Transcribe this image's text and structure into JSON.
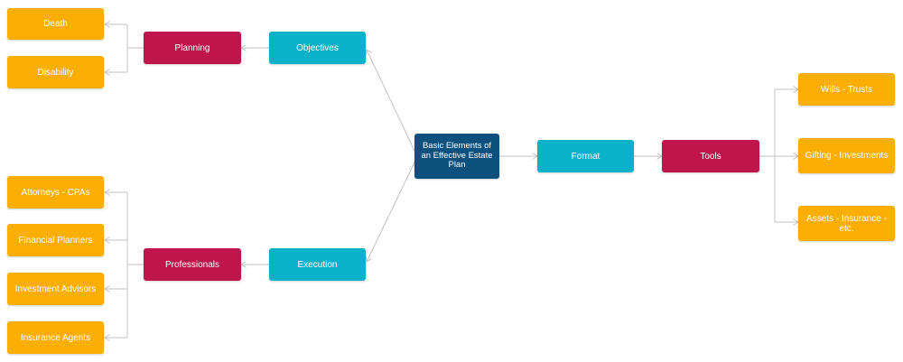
{
  "colors": {
    "root": "#0c507e",
    "branch": "#0bb1c8",
    "category": "#bd154c",
    "leaf": "#fbae03",
    "edge": "#c3c3c3"
  },
  "nodes": {
    "root": "Basic Elements of an Effective Estate Plan",
    "objectives": "Objectives",
    "execution": "Execution",
    "format": "Format",
    "planning": "Planning",
    "professionals": "Professionals",
    "tools": "Tools",
    "death": "Death",
    "disability": "Disability",
    "attorneys": "Attorneys - CPAs",
    "financial_planners": "Financial Planners",
    "investment_advisors": "Investment Advisors",
    "insurance_agents": "Insurance Agents",
    "wills_trusts": "Wills - Trusts",
    "gifting": "Gifting - Investments",
    "assets": "Assets - Insurance - etc."
  }
}
